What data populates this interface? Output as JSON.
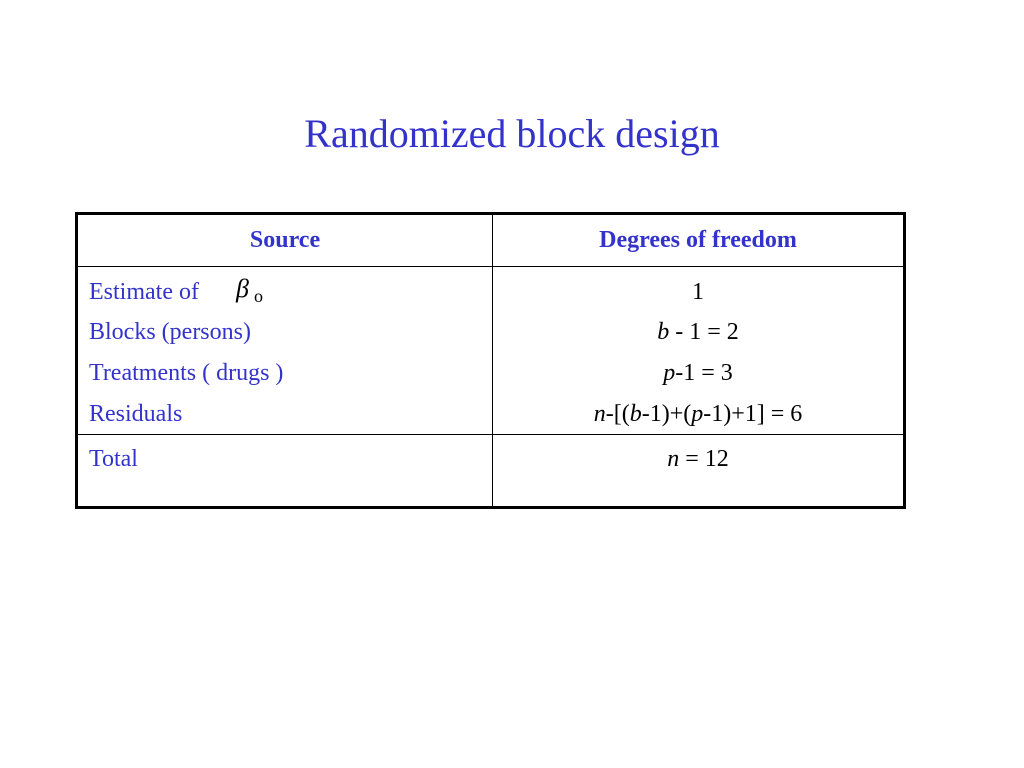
{
  "slide": {
    "title": "Randomized block design"
  },
  "table": {
    "headers": {
      "source": "Source",
      "dof": "Degrees of freedom"
    },
    "rows": [
      {
        "source": "Estimate of",
        "symbol": "β",
        "subscript": "o",
        "dof": [
          "",
          "1",
          ""
        ]
      },
      {
        "source": "Blocks (persons)",
        "dof": [
          "b",
          " - 1 = 2"
        ]
      },
      {
        "source": "Treatments ( drugs )",
        "dof": [
          "p",
          "-1 = 3"
        ]
      },
      {
        "source": "Residuals",
        "dof": [
          "n",
          "-[(",
          "b",
          "-1)+(",
          "p",
          "-1)+1] = 6"
        ]
      }
    ],
    "total": {
      "source": "Total",
      "dof": [
        "n",
        " = 12"
      ]
    }
  }
}
